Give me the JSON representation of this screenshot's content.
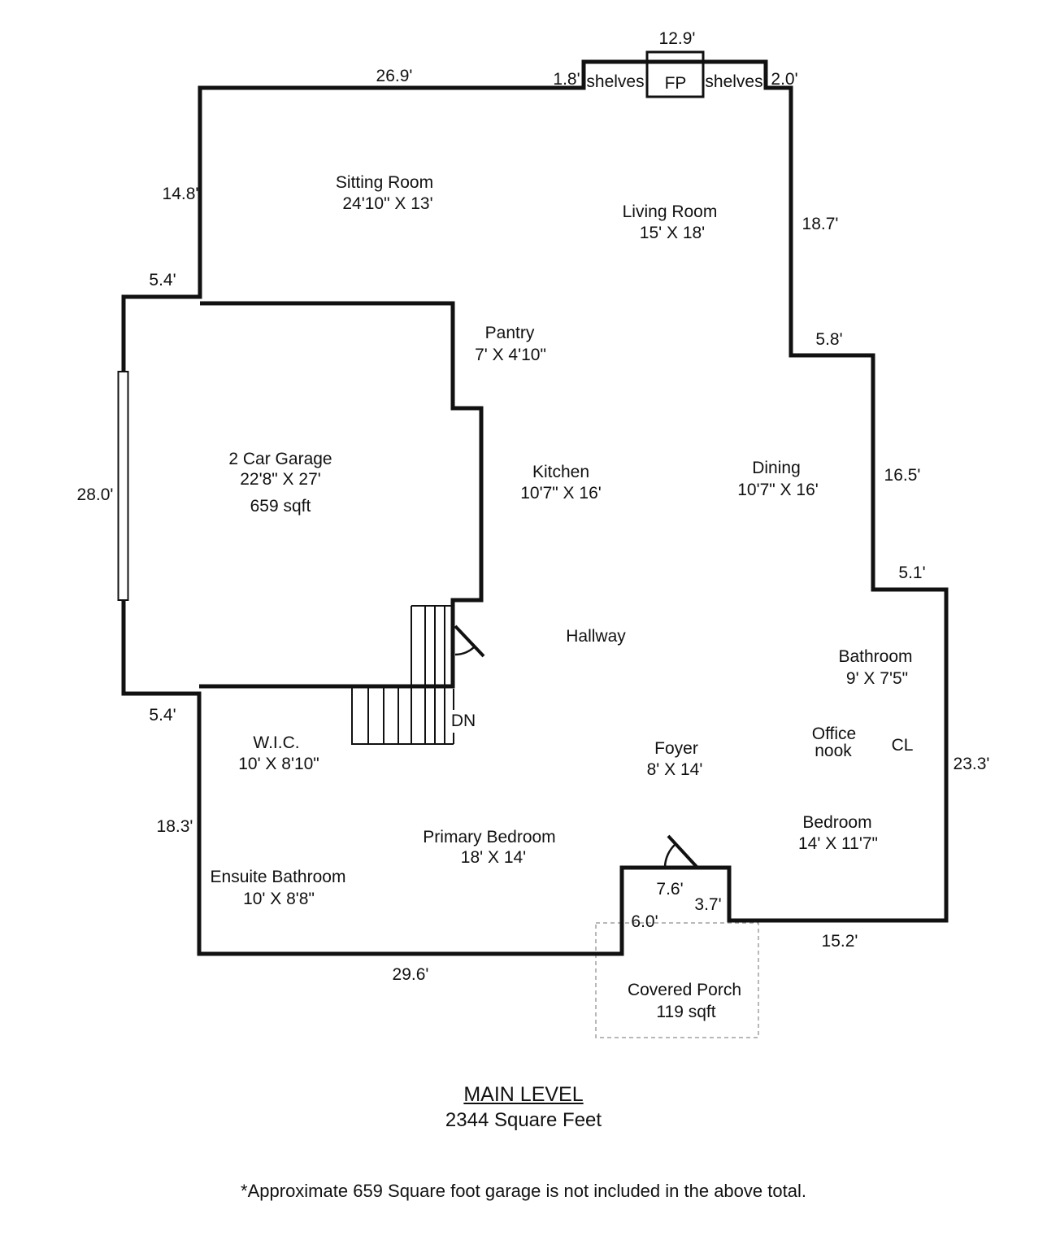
{
  "floor_plan": {
    "rooms": {
      "sitting_room": {
        "name": "Sitting Room",
        "dims": "24'10\" X 13'"
      },
      "living_room": {
        "name": "Living Room",
        "dims": "15' X 18'"
      },
      "pantry": {
        "name": "Pantry",
        "dims": "7' X 4'10\""
      },
      "garage": {
        "name": "2 Car Garage",
        "dims": "22'8\" X 27'",
        "area": "659 sqft"
      },
      "kitchen": {
        "name": "Kitchen",
        "dims": "10'7\" X 16'"
      },
      "dining": {
        "name": "Dining",
        "dims": "10'7\" X 16'"
      },
      "hallway": {
        "name": "Hallway"
      },
      "bathroom": {
        "name": "Bathroom",
        "dims": "9' X 7'5\""
      },
      "wic": {
        "name": "W.I.C.",
        "dims": "10' X 8'10\""
      },
      "foyer": {
        "name": "Foyer",
        "dims": "8' X 14'"
      },
      "office_nook": {
        "line1": "Office",
        "line2": "nook"
      },
      "closet": {
        "name": "CL"
      },
      "primary_bedroom": {
        "name": "Primary Bedroom",
        "dims": "18' X 14'"
      },
      "bedroom": {
        "name": "Bedroom",
        "dims": "14' X 11'7\""
      },
      "ensuite": {
        "name": "Ensuite Bathroom",
        "dims": "10' X 8'8\""
      },
      "covered_porch": {
        "name": "Covered Porch",
        "area": "119 sqft"
      }
    },
    "features": {
      "fireplace": "FP",
      "shelves_left": "shelves",
      "shelves_right": "shelves",
      "stairs_down": "DN"
    },
    "dimensions": {
      "fp_width": "12.9'",
      "jog_left": "1.8'",
      "jog_right": "2.0'",
      "top": "26.9'",
      "sitting_left": "14.8'",
      "garage_jog_top": "5.4'",
      "living_right": "18.7'",
      "dining_jog_top": "5.8'",
      "garage_left": "28.0'",
      "dining_right": "16.5'",
      "bath_jog_top": "5.1'",
      "bedroom_right": "23.3'",
      "garage_jog_bottom": "5.4'",
      "ensuite_left": "18.3'",
      "bottom": "29.6'",
      "foyer_alcove_top": "7.6'",
      "foyer_alcove_right": "3.7'",
      "foyer_alcove_left": "6.0'",
      "bedroom_bottom": "15.2'"
    },
    "colors": {
      "walls": "#111111",
      "porch_outline": "#a0a0a0"
    },
    "footer": {
      "level": "MAIN LEVEL",
      "total": "2344 Square Feet",
      "note": "*Approximate 659 Square foot garage is not included in the above total."
    }
  }
}
